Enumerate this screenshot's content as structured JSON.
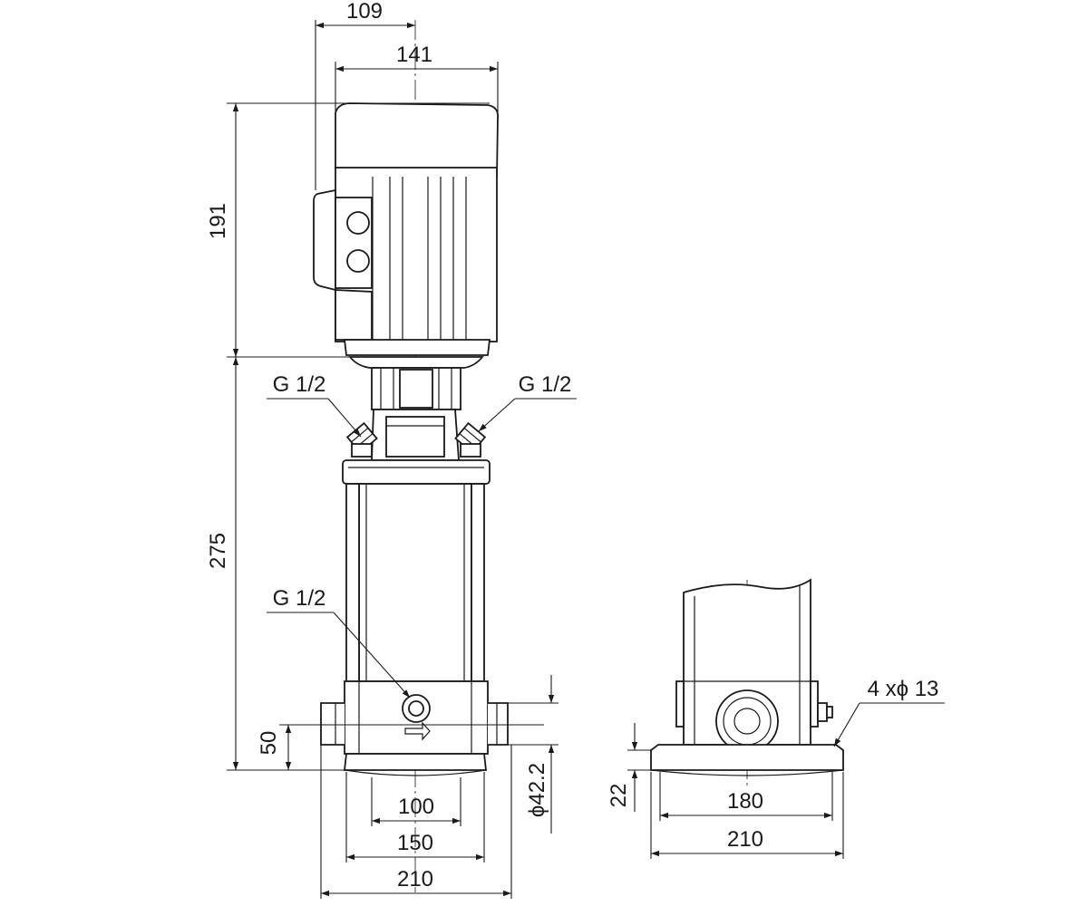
{
  "dimensions": {
    "d109": "109",
    "d141": "141",
    "d191": "191",
    "d275": "275",
    "d50": "50",
    "d100": "100",
    "d150": "150",
    "d210_front": "210",
    "d42": "ϕ42.2",
    "d22": "22",
    "d180": "180",
    "d210_side": "210"
  },
  "callouts": {
    "g_left": "G 1/2",
    "g_right": "G 1/2",
    "g_drain": "G 1/2",
    "holes": "4 xϕ 13"
  },
  "colors": {
    "line": "#1a1a1a",
    "centerline": "#555555",
    "background": "#ffffff"
  }
}
